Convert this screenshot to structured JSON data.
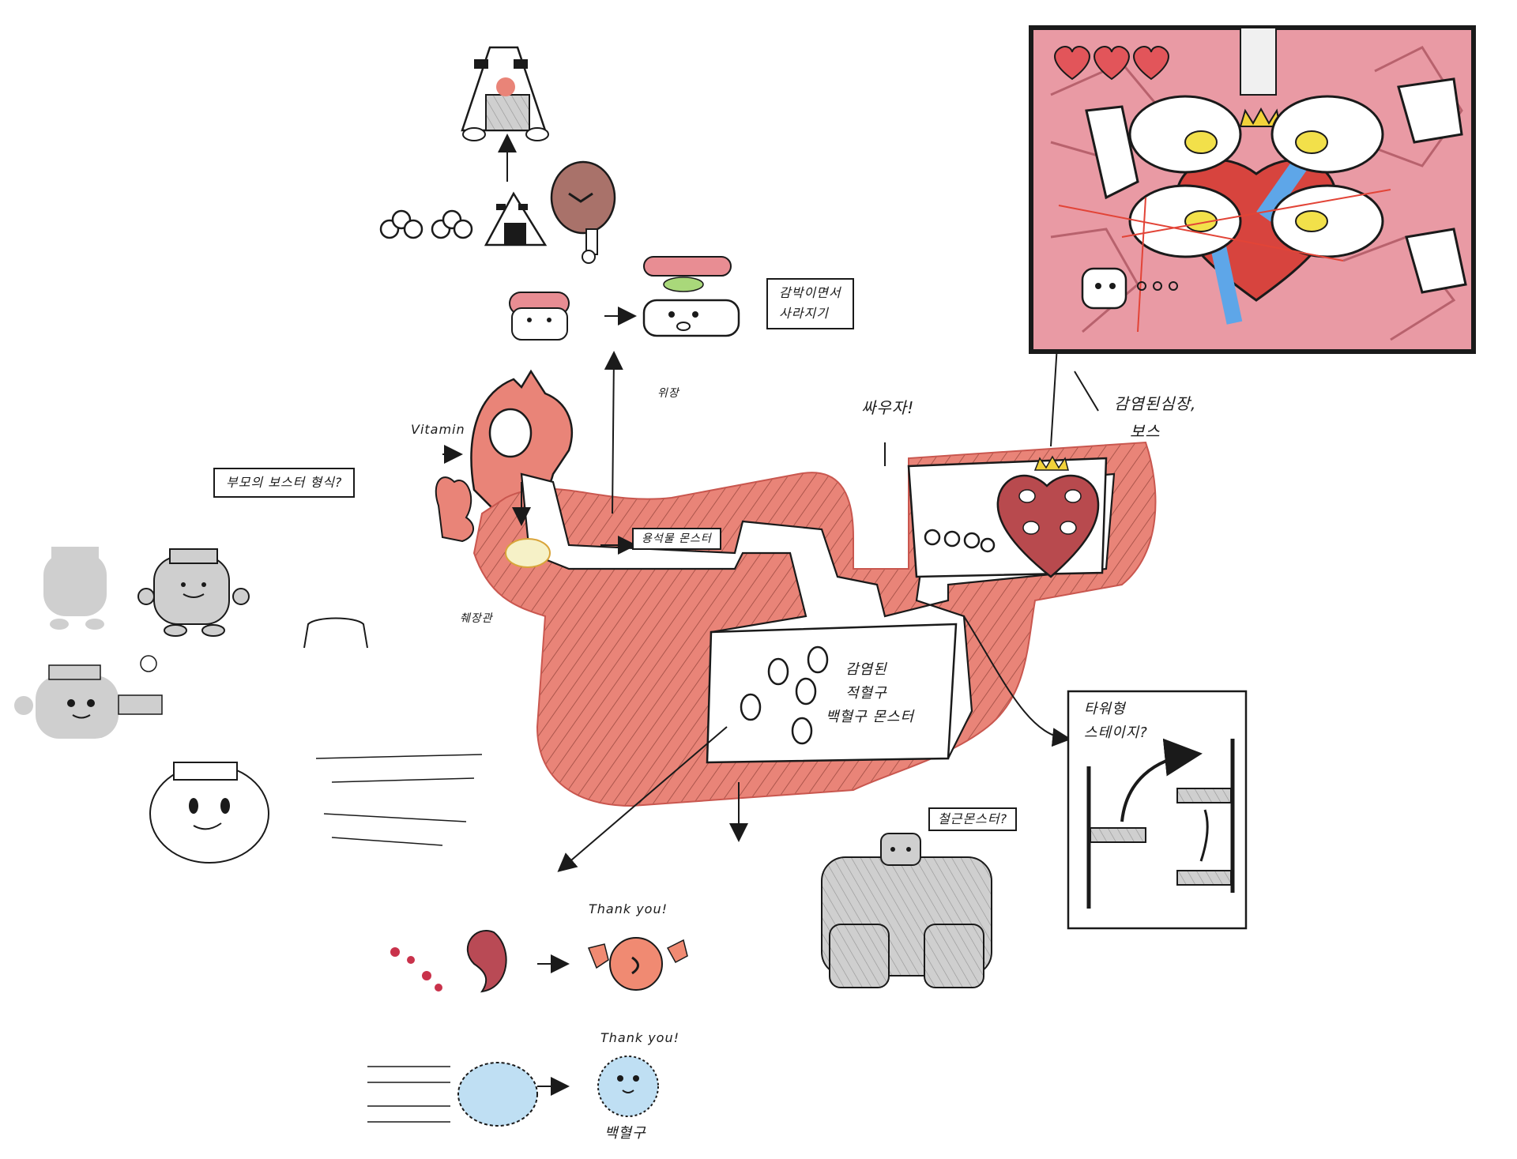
{
  "palette": {
    "flesh": "#e98478",
    "flesh_dark": "#c9574f",
    "panel_pink": "#e99aa4",
    "ink": "#1a1a1a",
    "gray_character": "#cfcfcf",
    "sushi_pink": "#e88d93",
    "wasabi_green": "#a9d87a",
    "blue_vessel": "#5ea6e8",
    "gold_crown": "#f2d23a"
  },
  "labels": {
    "vitamin": "Vitamin",
    "stomach_note": "위장",
    "fight_note": "싸우자!",
    "boss_line1": "감염된심장,",
    "boss_line2": "보스",
    "digest_monster": "용석물 몬스터",
    "bile_duct": "췌장관",
    "infected_cells_line1": "감염된",
    "infected_cells_line2": "적혈구",
    "infected_cells_line3": "백혈구 몬스터",
    "tower_line1": "타워형",
    "tower_line2": "스테이지?",
    "golem_tag": "철근몬스터?",
    "mentor_tag": "부모의 보스터 형식?",
    "lane_note_line1": "감박이면서",
    "lane_note_line2": "사라지기",
    "thank_you_1": "Thank you!",
    "thank_you_2": "Thank you!",
    "white_cell_caption": "백혈구"
  },
  "icons": [
    "heart-icon",
    "crown-icon",
    "arrow-icon",
    "clover-icon",
    "rice-ball-character",
    "drumstick-character",
    "sushi-character",
    "heart-boss-character",
    "robot-character",
    "golem-character",
    "red-blood-cell-character",
    "white-blood-cell-character"
  ],
  "hud": {
    "hearts": 3
  }
}
